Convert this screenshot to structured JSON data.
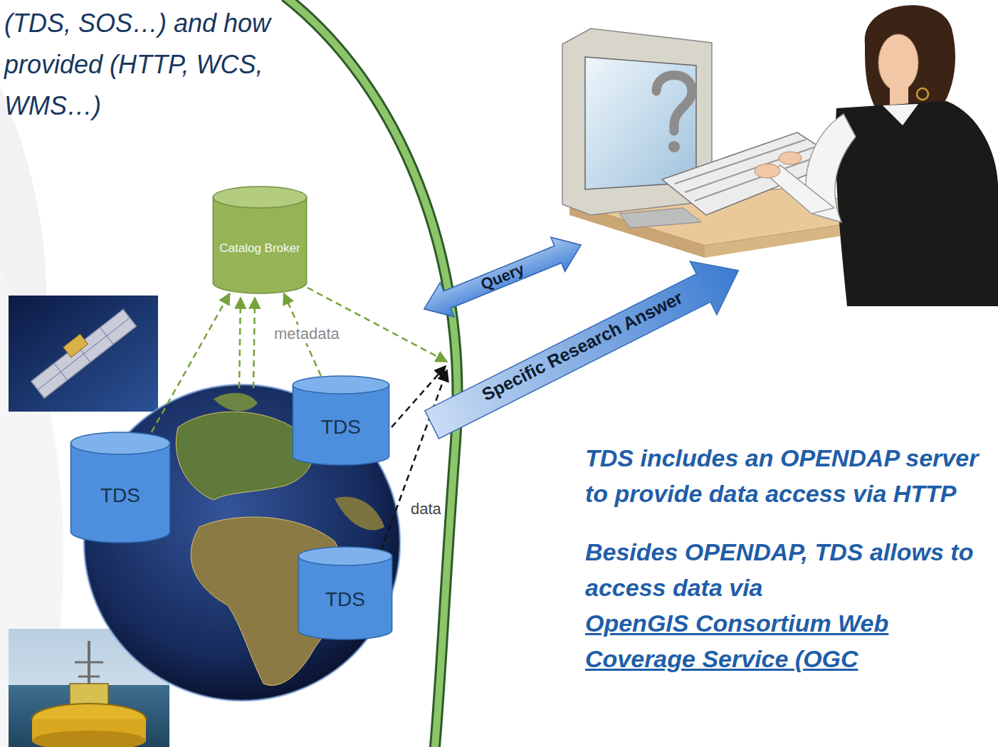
{
  "diagram": {
    "nodes": [
      {
        "text": [
          "Catalog Broker"
        ]
      },
      {
        "text": [
          "TDS"
        ]
      },
      {
        "text": [
          "TDS"
        ]
      },
      {
        "text": [
          "TDS"
        ]
      }
    ],
    "edges": [
      {
        "from": 2,
        "to": 0,
        "arrow": "to"
      },
      {
        "from": 1,
        "to": 0,
        "arrow": "to"
      }
    ],
    "labels": [
      "(TDS, SOS…) and how provided (HTTP, WCS, WMS…)",
      "metadata",
      "data",
      "Query",
      "Specific Research Answer",
      "TDS includes an OPENDAP server to provide data access via HTTP",
      "Besides OPENDAP, TDS allows to access data via",
      "OpenGIS Consortium Web Coverage Service (OGC"
    ]
  }
}
